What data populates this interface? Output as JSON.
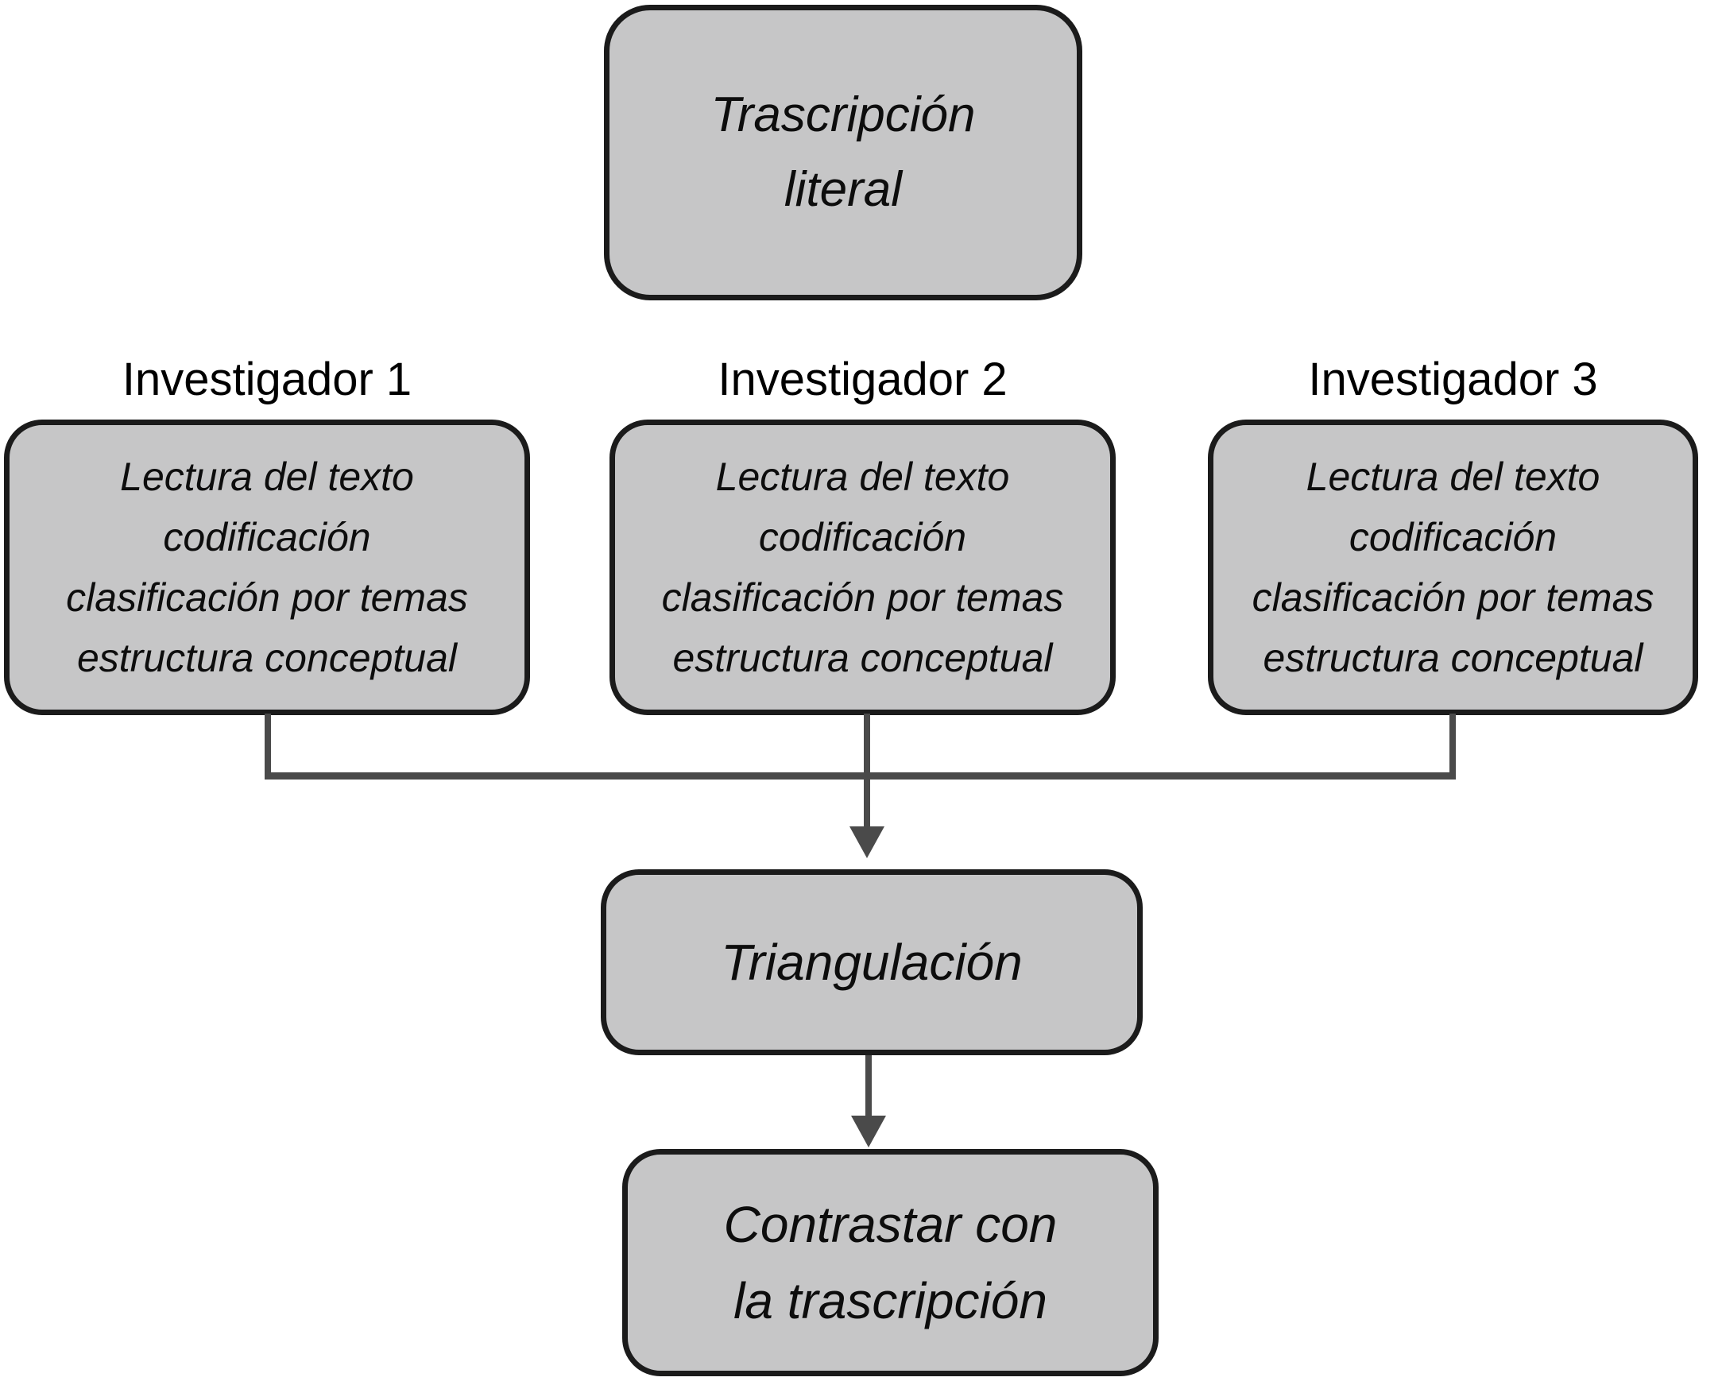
{
  "colors": {
    "background": "#ffffff",
    "node_fill": "#c6c6c7",
    "node_border": "#1b1b1b",
    "connector": "#4a4a4a",
    "text": "#0d0d0d"
  },
  "nodes": {
    "transcription": {
      "lines": [
        "Trascripción",
        "literal"
      ]
    },
    "investigators": [
      {
        "label": "Investigador 1",
        "lines": [
          "Lectura del texto",
          "codificación",
          "clasificación por temas",
          "estructura conceptual"
        ]
      },
      {
        "label": "Investigador 2",
        "lines": [
          "Lectura del texto",
          "codificación",
          "clasificación por temas",
          "estructura conceptual"
        ]
      },
      {
        "label": "Investigador 3",
        "lines": [
          "Lectura del texto",
          "codificación",
          "clasificación por temas",
          "estructura conceptual"
        ]
      }
    ],
    "triangulation": {
      "label": "Triangulación"
    },
    "contrast": {
      "lines": [
        "Contrastar con",
        "la trascripción"
      ]
    }
  }
}
